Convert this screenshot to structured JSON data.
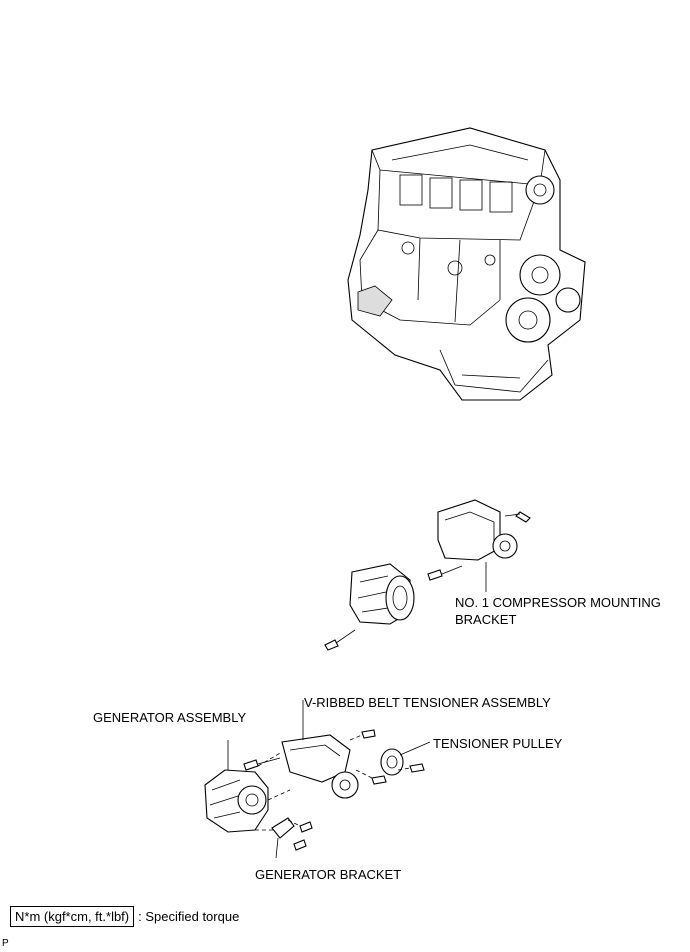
{
  "labels": {
    "compressor_bracket": "NO. 1 COMPRESSOR MOUNTING BRACKET",
    "belt_tensioner": "V-RIBBED BELT TENSIONER ASSEMBLY",
    "generator_assembly": "GENERATOR ASSEMBLY",
    "tensioner_pulley": "TENSIONER PULLEY",
    "generator_bracket": "GENERATOR BRACKET"
  },
  "legend": {
    "unit_box": "N*m (kgf*cm, ft.*lbf)",
    "description": ": Specified torque"
  },
  "corner_code": "P"
}
